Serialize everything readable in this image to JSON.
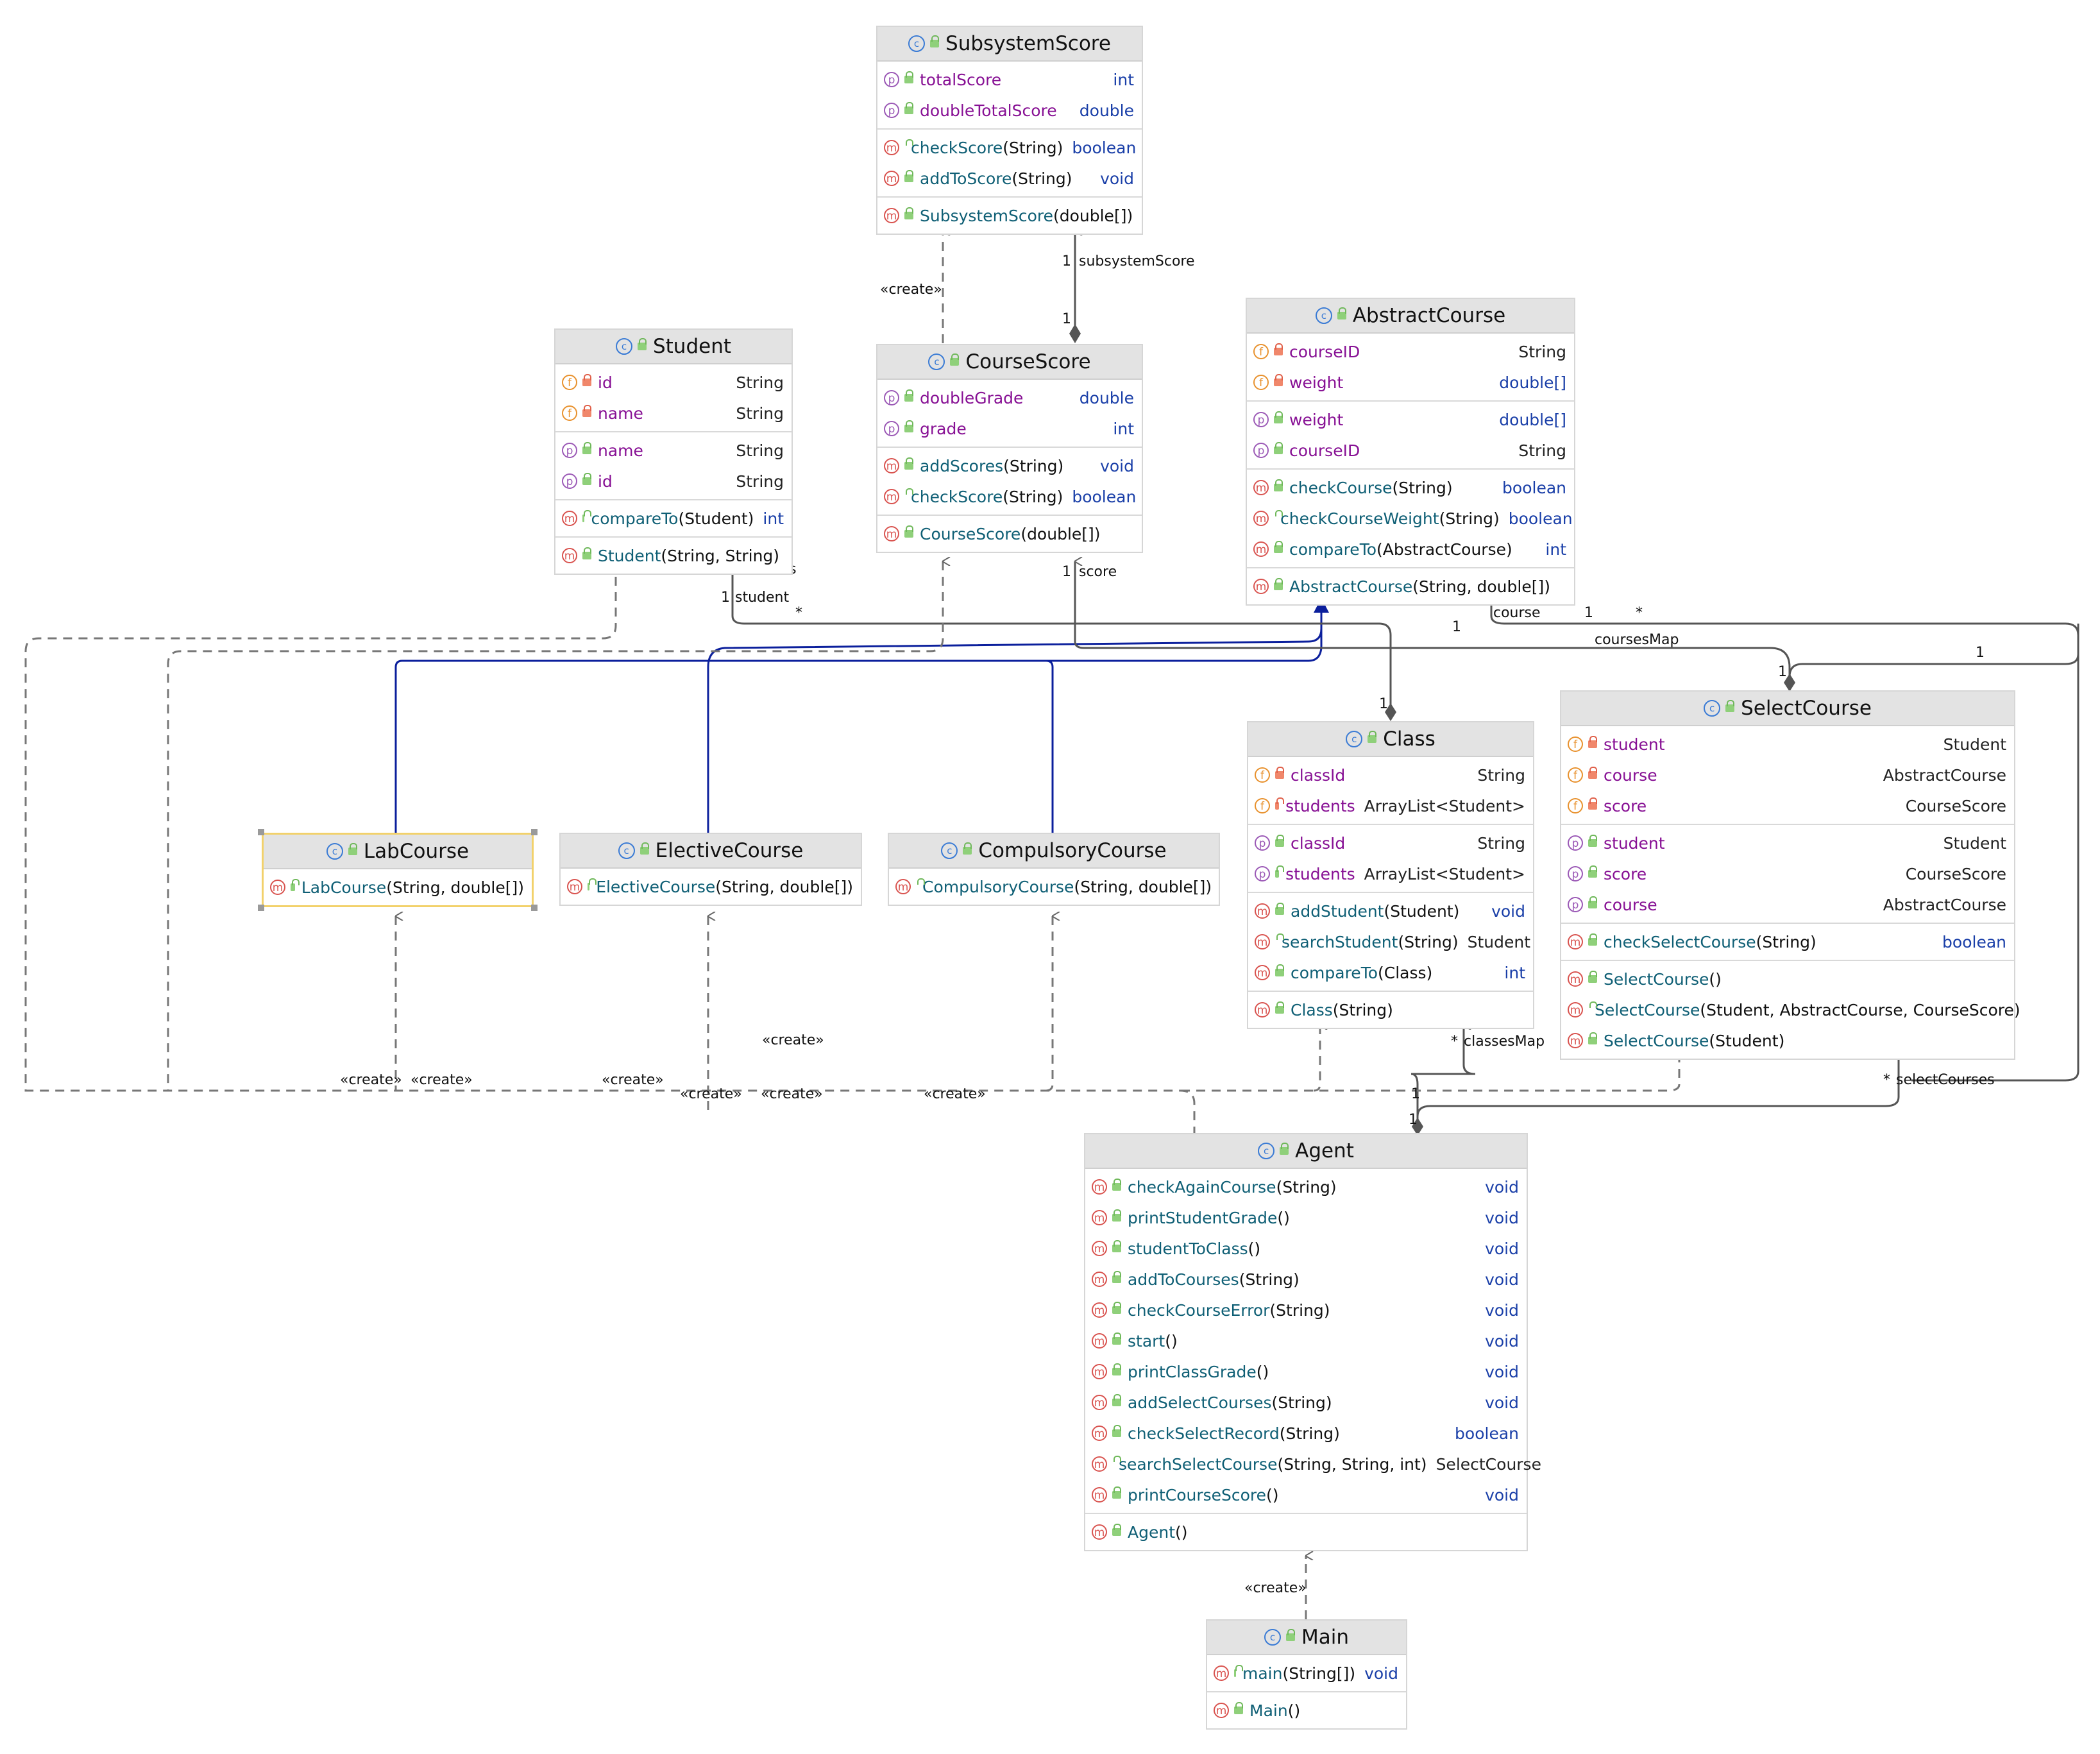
{
  "classes": {
    "subsystemScore": {
      "name": "SubsystemScore",
      "fields": [
        {
          "kind": "p",
          "name": "totalScore",
          "type": "int"
        },
        {
          "kind": "p",
          "name": "doubleTotalScore",
          "type": "double"
        }
      ],
      "methods": [
        {
          "kind": "m",
          "name": "checkScore",
          "params": "(String)",
          "type": "boolean"
        },
        {
          "kind": "m",
          "name": "addToScore",
          "params": "(String)",
          "type": "void"
        }
      ],
      "ctors": [
        {
          "kind": "m",
          "name": "SubsystemScore",
          "params": "(double[])",
          "type": ""
        }
      ]
    },
    "student": {
      "name": "Student",
      "fields": [
        {
          "kind": "f",
          "name": "id",
          "type": "String",
          "private": true
        },
        {
          "kind": "f",
          "name": "name",
          "type": "String",
          "private": true
        }
      ],
      "props": [
        {
          "kind": "p",
          "name": "name",
          "type": "String"
        },
        {
          "kind": "p",
          "name": "id",
          "type": "String"
        }
      ],
      "methods": [
        {
          "kind": "m",
          "name": "compareTo",
          "params": "(Student)",
          "type": "int"
        }
      ],
      "ctors": [
        {
          "kind": "m",
          "name": "Student",
          "params": "(String, String)",
          "type": ""
        }
      ]
    },
    "courseScore": {
      "name": "CourseScore",
      "props": [
        {
          "kind": "p",
          "name": "doubleGrade",
          "type": "double"
        },
        {
          "kind": "p",
          "name": "grade",
          "type": "int"
        }
      ],
      "methods": [
        {
          "kind": "m",
          "name": "addScores",
          "params": "(String)",
          "type": "void"
        },
        {
          "kind": "m",
          "name": "checkScore",
          "params": "(String)",
          "type": "boolean"
        }
      ],
      "ctors": [
        {
          "kind": "m",
          "name": "CourseScore",
          "params": "(double[])",
          "type": ""
        }
      ]
    },
    "abstractCourse": {
      "name": "AbstractCourse",
      "fields": [
        {
          "kind": "f",
          "name": "courseID",
          "type": "String",
          "private": true
        },
        {
          "kind": "f",
          "name": "weight",
          "type": "double[]",
          "private": true
        }
      ],
      "props": [
        {
          "kind": "p",
          "name": "weight",
          "type": "double[]"
        },
        {
          "kind": "p",
          "name": "courseID",
          "type": "String"
        }
      ],
      "methods": [
        {
          "kind": "m",
          "name": "checkCourse",
          "params": "(String)",
          "type": "boolean"
        },
        {
          "kind": "m",
          "name": "checkCourseWeight",
          "params": "(String)",
          "type": "boolean"
        },
        {
          "kind": "m",
          "name": "compareTo",
          "params": "(AbstractCourse)",
          "type": "int"
        }
      ],
      "ctors": [
        {
          "kind": "m",
          "name": "AbstractCourse",
          "params": "(String, double[])",
          "type": ""
        }
      ]
    },
    "class": {
      "name": "Class",
      "fields": [
        {
          "kind": "f",
          "name": "classId",
          "type": "String",
          "private": true
        },
        {
          "kind": "f",
          "name": "students",
          "type": "ArrayList<Student>",
          "private": true
        }
      ],
      "props": [
        {
          "kind": "p",
          "name": "classId",
          "type": "String"
        },
        {
          "kind": "p",
          "name": "students",
          "type": "ArrayList<Student>"
        }
      ],
      "methods": [
        {
          "kind": "m",
          "name": "addStudent",
          "params": "(Student)",
          "type": "void"
        },
        {
          "kind": "m",
          "name": "searchStudent",
          "params": "(String)",
          "type": "Student"
        },
        {
          "kind": "m",
          "name": "compareTo",
          "params": "(Class)",
          "type": "int"
        }
      ],
      "ctors": [
        {
          "kind": "m",
          "name": "Class",
          "params": "(String)",
          "type": ""
        }
      ]
    },
    "selectCourse": {
      "name": "SelectCourse",
      "fields": [
        {
          "kind": "f",
          "name": "student",
          "type": "Student",
          "private": true
        },
        {
          "kind": "f",
          "name": "course",
          "type": "AbstractCourse",
          "private": true
        },
        {
          "kind": "f",
          "name": "score",
          "type": "CourseScore",
          "private": true
        }
      ],
      "props": [
        {
          "kind": "p",
          "name": "student",
          "type": "Student"
        },
        {
          "kind": "p",
          "name": "score",
          "type": "CourseScore"
        },
        {
          "kind": "p",
          "name": "course",
          "type": "AbstractCourse"
        }
      ],
      "methods": [
        {
          "kind": "m",
          "name": "checkSelectCourse",
          "params": "(String)",
          "type": "boolean"
        }
      ],
      "ctors": [
        {
          "kind": "m",
          "name": "SelectCourse",
          "params": "()",
          "type": ""
        },
        {
          "kind": "m",
          "name": "SelectCourse",
          "params": "(Student, AbstractCourse, CourseScore)",
          "type": ""
        },
        {
          "kind": "m",
          "name": "SelectCourse",
          "params": "(Student)",
          "type": ""
        }
      ]
    },
    "labCourse": {
      "name": "LabCourse",
      "ctors": [
        {
          "kind": "m",
          "name": "LabCourse",
          "params": "(String, double[])",
          "type": ""
        }
      ]
    },
    "electiveCourse": {
      "name": "ElectiveCourse",
      "ctors": [
        {
          "kind": "m",
          "name": "ElectiveCourse",
          "params": "(String, double[])",
          "type": ""
        }
      ]
    },
    "compulsoryCourse": {
      "name": "CompulsoryCourse",
      "ctors": [
        {
          "kind": "m",
          "name": "CompulsoryCourse",
          "params": "(String, double[])",
          "type": ""
        }
      ]
    },
    "agent": {
      "name": "Agent",
      "methods": [
        {
          "kind": "m",
          "name": "checkAgainCourse",
          "params": "(String)",
          "type": "void"
        },
        {
          "kind": "m",
          "name": "printStudentGrade",
          "params": "()",
          "type": "void"
        },
        {
          "kind": "m",
          "name": "studentToClass",
          "params": "()",
          "type": "void"
        },
        {
          "kind": "m",
          "name": "addToCourses",
          "params": "(String)",
          "type": "void"
        },
        {
          "kind": "m",
          "name": "checkCourseError",
          "params": "(String)",
          "type": "void"
        },
        {
          "kind": "m",
          "name": "start",
          "params": "()",
          "type": "void"
        },
        {
          "kind": "m",
          "name": "printClassGrade",
          "params": "()",
          "type": "void"
        },
        {
          "kind": "m",
          "name": "addSelectCourses",
          "params": "(String)",
          "type": "void"
        },
        {
          "kind": "m",
          "name": "checkSelectRecord",
          "params": "(String)",
          "type": "boolean"
        },
        {
          "kind": "m",
          "name": "searchSelectCourse",
          "params": "(String, String, int)",
          "type": "SelectCourse"
        },
        {
          "kind": "m",
          "name": "printCourseScore",
          "params": "()",
          "type": "void"
        }
      ],
      "ctors": [
        {
          "kind": "m",
          "name": "Agent",
          "params": "()",
          "type": ""
        }
      ]
    },
    "main": {
      "name": "Main",
      "methods": [
        {
          "kind": "m",
          "name": "main",
          "params": "(String[])",
          "type": "void"
        }
      ],
      "ctors": [
        {
          "kind": "m",
          "name": "Main",
          "params": "()",
          "type": ""
        }
      ]
    }
  },
  "edge_labels": {
    "create": "«create»",
    "subsystemScore": "subsystemScore",
    "score": "score",
    "students": "students",
    "student": "student",
    "course": "course",
    "coursesMap": "coursesMap",
    "classesMap": "classesMap",
    "selectCourses": "selectCourses",
    "one": "1",
    "many": "*"
  },
  "colors": {
    "inheritance": "#0b1f9c",
    "association": "#555555",
    "dependency": "#777777",
    "header": "#e3e3e3",
    "selected_border": "#f2d16b"
  }
}
